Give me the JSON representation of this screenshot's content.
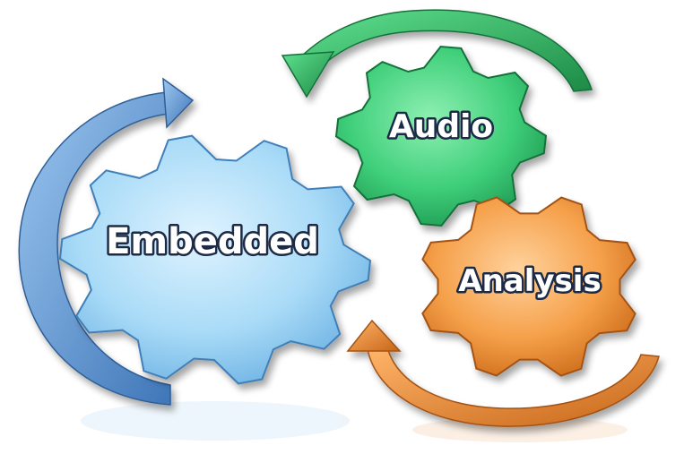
{
  "diagram": {
    "gears": [
      {
        "id": "embedded",
        "label": "Embedded",
        "color": "#a9dbf7"
      },
      {
        "id": "audio",
        "label": "Audio",
        "color": "#3fcf7a"
      },
      {
        "id": "analysis",
        "label": "Analysis",
        "color": "#f5a04a"
      }
    ],
    "arrows": [
      {
        "id": "blue-cycle-arrow",
        "color": "#5d9ad6"
      },
      {
        "id": "green-cycle-arrow",
        "color": "#2aa958"
      },
      {
        "id": "orange-cycle-arrow",
        "color": "#e5832b"
      }
    ]
  }
}
